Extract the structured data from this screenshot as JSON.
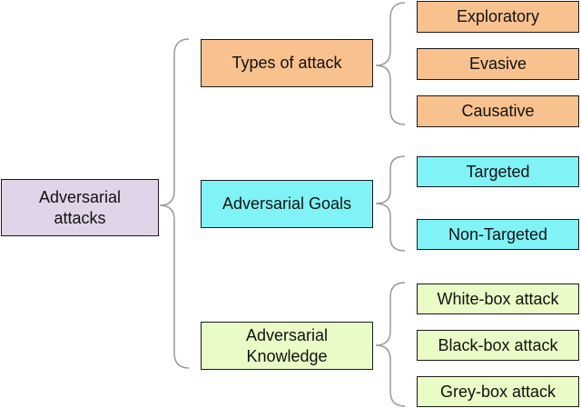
{
  "colors": {
    "root": "#e0d4e8",
    "attack_types": "#f8c28f",
    "goals": "#7ff3f6",
    "knowledge": "#eafcc6",
    "brace": "#9a9a9a"
  },
  "root": {
    "label": "Adversarial\nattacks"
  },
  "categories": [
    {
      "label": "Types of attack",
      "children": [
        "Exploratory",
        "Evasive",
        "Causative"
      ]
    },
    {
      "label": "Adversarial Goals",
      "children": [
        "Targeted",
        "Non-Targeted"
      ]
    },
    {
      "label": "Adversarial\nKnowledge",
      "children": [
        "White-box attack",
        "Black-box attack",
        "Grey-box attack"
      ]
    }
  ]
}
